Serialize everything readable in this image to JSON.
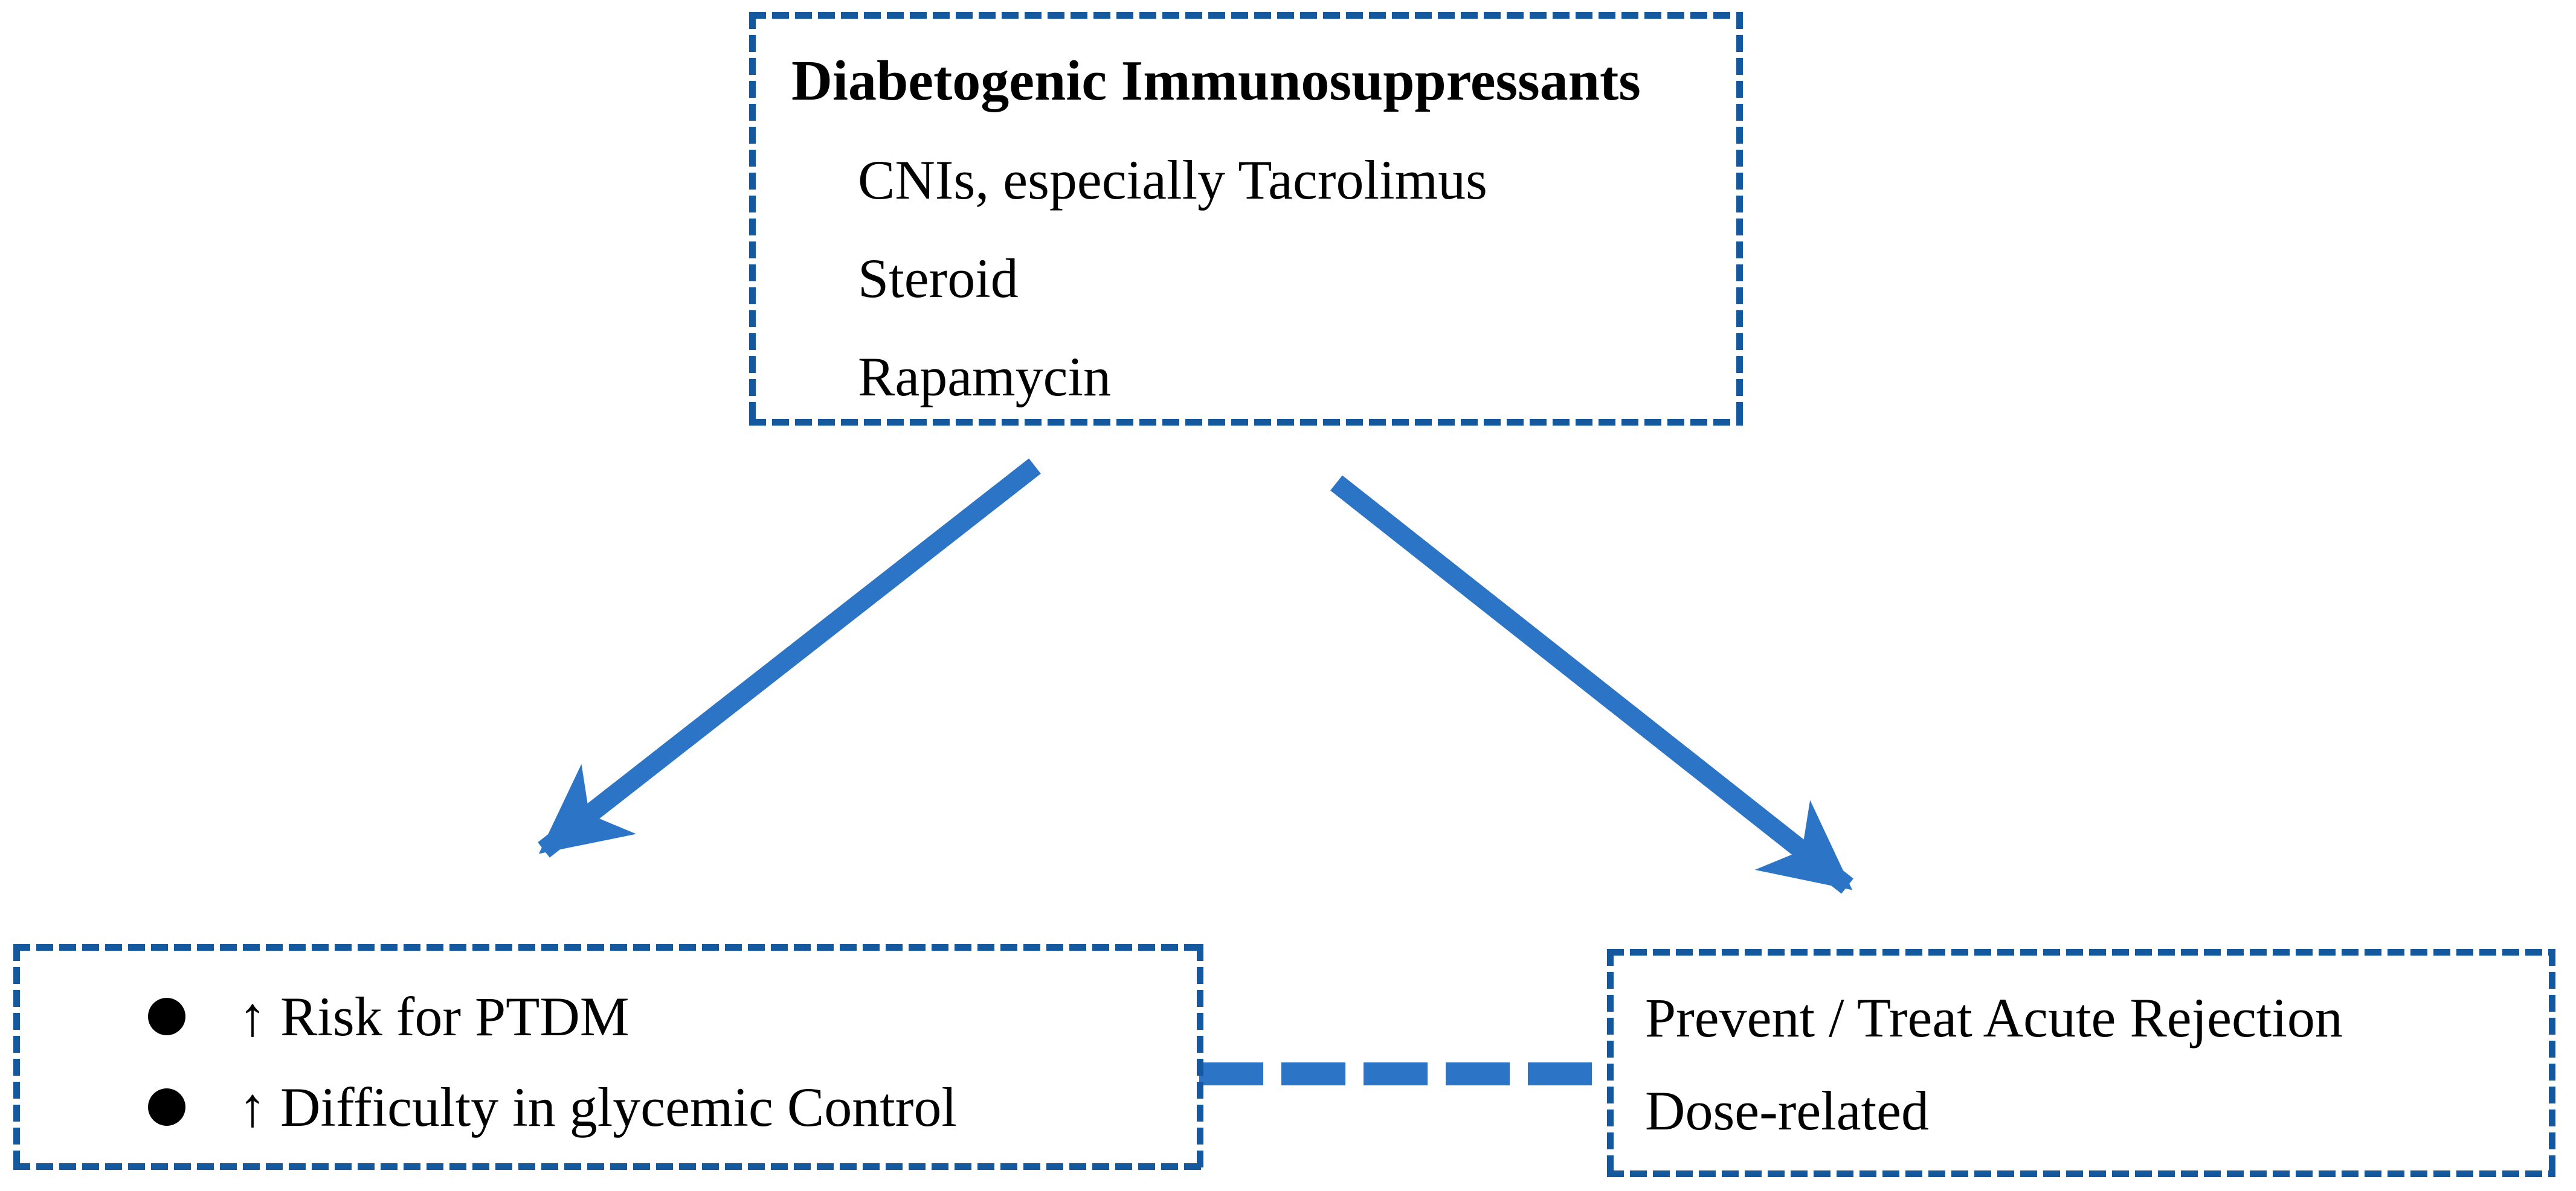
{
  "colors": {
    "border_blue": "#14599E",
    "shape_blue": "#2C74C6",
    "text_black": "#000000",
    "bullet_black": "#000000"
  },
  "top_box": {
    "title": "Diabetogenic Immunosuppressants",
    "items": [
      "CNIs, especially Tacrolimus",
      "Steroid",
      "Rapamycin"
    ]
  },
  "left_box": {
    "items": [
      "↑ Risk for PTDM",
      "↑ Difficulty in glycemic Control"
    ]
  },
  "right_box": {
    "items": [
      "Prevent / Treat Acute Rejection",
      "Dose-related"
    ]
  },
  "icons": {
    "bullet": "filled-circle",
    "left_arrow": "thick-arrow-down-left",
    "right_arrow": "thick-arrow-down-right",
    "connector": "thick-dashed-horizontal-line"
  }
}
